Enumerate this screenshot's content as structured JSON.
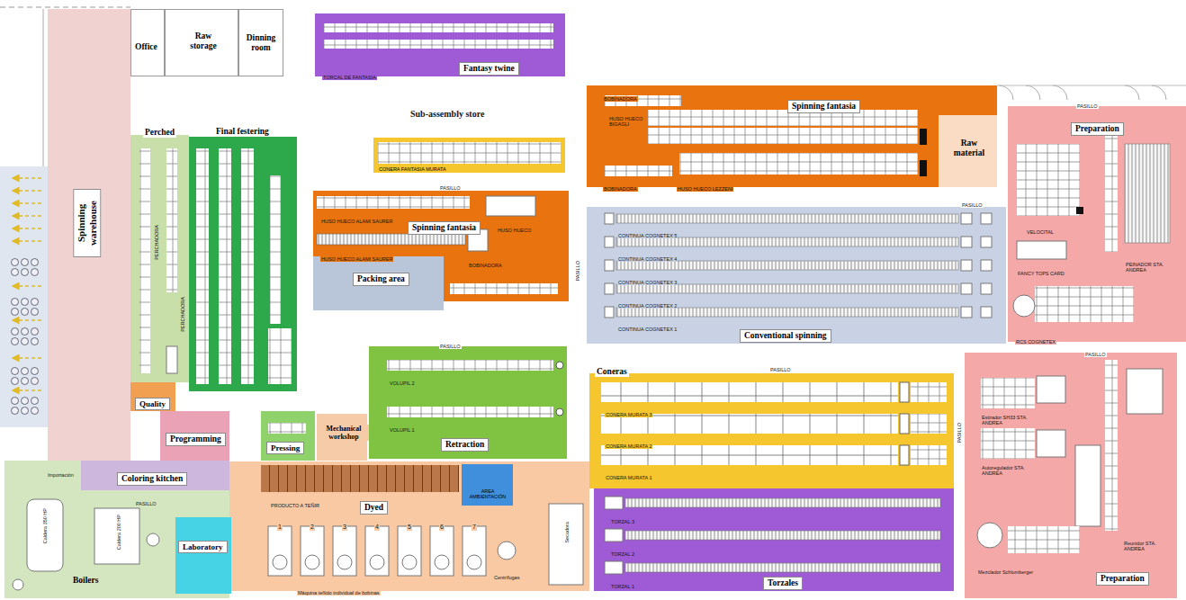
{
  "diagram": {
    "nodes": [
      {
        "text": [
          "Office"
        ]
      },
      {
        "text": [
          "Raw storage"
        ]
      },
      {
        "text": [
          "Dinning room"
        ]
      },
      {
        "text": [
          "Fantasy twine"
        ]
      },
      {
        "text": [
          "Spinning warehouse"
        ]
      },
      {
        "text": [
          "Perched"
        ]
      },
      {
        "text": [
          "Final festering"
        ]
      },
      {
        "text": [
          "CONERA FANTASIA MURATA"
        ]
      },
      {
        "text": [
          "Spinning fantasia"
        ]
      },
      {
        "text": [
          "Packing area"
        ]
      },
      {
        "text": [
          "Spinning fantasia"
        ]
      },
      {
        "text": [
          "Raw material"
        ],
        "in": 10
      },
      {
        "text": [
          "Preparation"
        ]
      },
      {
        "text": [
          "Conventional spinning"
        ]
      },
      {
        "text": [
          "Retraction"
        ]
      },
      {
        "text": [
          "Coneras"
        ]
      },
      {
        "text": [
          "Quality"
        ]
      },
      {
        "text": [
          "Programming"
        ]
      },
      {
        "text": [
          "Pressing"
        ]
      },
      {
        "text": [
          "Mechanical workshop"
        ]
      },
      {
        "text": [
          "Coloring kitchen"
        ]
      },
      {
        "text": [
          "Dyed"
        ]
      },
      {
        "text": [
          "AREA AMBIENTACIÓN"
        ],
        "in": 21
      },
      {
        "text": [
          "Boilers"
        ]
      },
      {
        "text": [
          "Laboratory"
        ]
      },
      {
        "text": [
          "Torzales"
        ]
      },
      {
        "text": [
          "Preparation"
        ]
      }
    ],
    "labels": [
      "Sub-assembly store",
      "TORCAL DE FANTASIA",
      "PASILLO",
      "HUSO HUECO ALAMI SAURER",
      "HUSO HUECO",
      "HUSO HUECO ALAMI SAURER",
      "BOBINADORA",
      "PASILLO",
      "PERCHADORA",
      "PERCHADORA",
      "VOLUPIL 2",
      "VOLUPIL 1",
      "PRODUCTO A TEÑIR",
      "1",
      "2",
      "3",
      "4",
      "5",
      "6",
      "7",
      "Centrífugas",
      "Secadora",
      "Máquina teñido individual de bobinas",
      "Importación",
      "PASILLO",
      "Caldera 350 HP",
      "Caldera 200 HP",
      "BOBINADORA",
      "HUSO HUECO BIGAGLI",
      "BOBINADORA",
      "HUSO HUECO LEZZENI",
      "PASILLO",
      "PASILLO",
      "CONTINUA COGNETEX 5",
      "CONTINUA COGNETEX 4",
      "CONTINUA COGNETEX 3",
      "CONTINUA COGNETEX 2",
      "CONTINUA COGNETEX 1",
      "PASILLO",
      "VELOCITAL",
      "FANCY TOPS CARD",
      "PEINADOR STA. ANDREA",
      "RCS COGNETEX",
      "PASILLO",
      "PASILLO",
      "CONERA MURATA 3",
      "CONERA MURATA 2",
      "CONERA MURATA 1",
      "TORZAL 3",
      "TORZAL 2",
      "TORZAL 1",
      "PASILLO",
      "Estirador SH33 STA. ANDREA",
      "Autoregulador STA. ANDREA",
      "Reunidor STA. ANDREA",
      "Mezclador Schlumberger"
    ]
  }
}
